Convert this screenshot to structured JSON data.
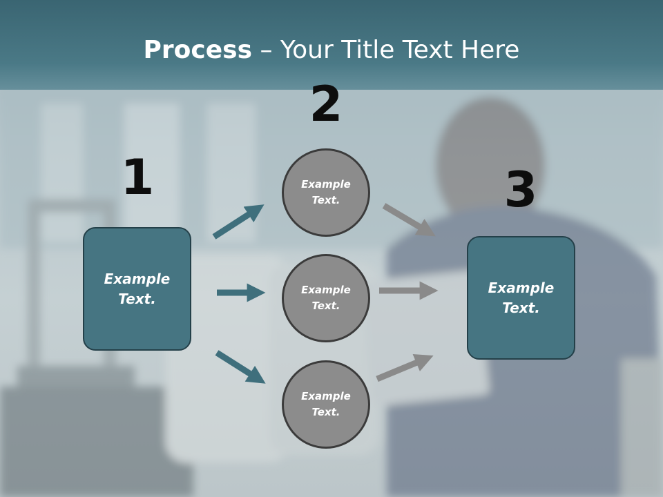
{
  "title": {
    "bold": "Process",
    "rest": " – Your Title Text Here"
  },
  "steps": [
    {
      "number": "1",
      "label": "Example Text."
    },
    {
      "number": "2",
      "items": [
        "Example Text.",
        "Example Text.",
        "Example Text."
      ]
    },
    {
      "number": "3",
      "label": "Example Text."
    }
  ],
  "colors": {
    "header": "#3a6572",
    "box_fill": "#467582",
    "box_border": "#244049",
    "circle_fill": "#8c8c8c",
    "arrow_teal": "#3f6f7c",
    "arrow_gray": "#8a8a8a"
  }
}
